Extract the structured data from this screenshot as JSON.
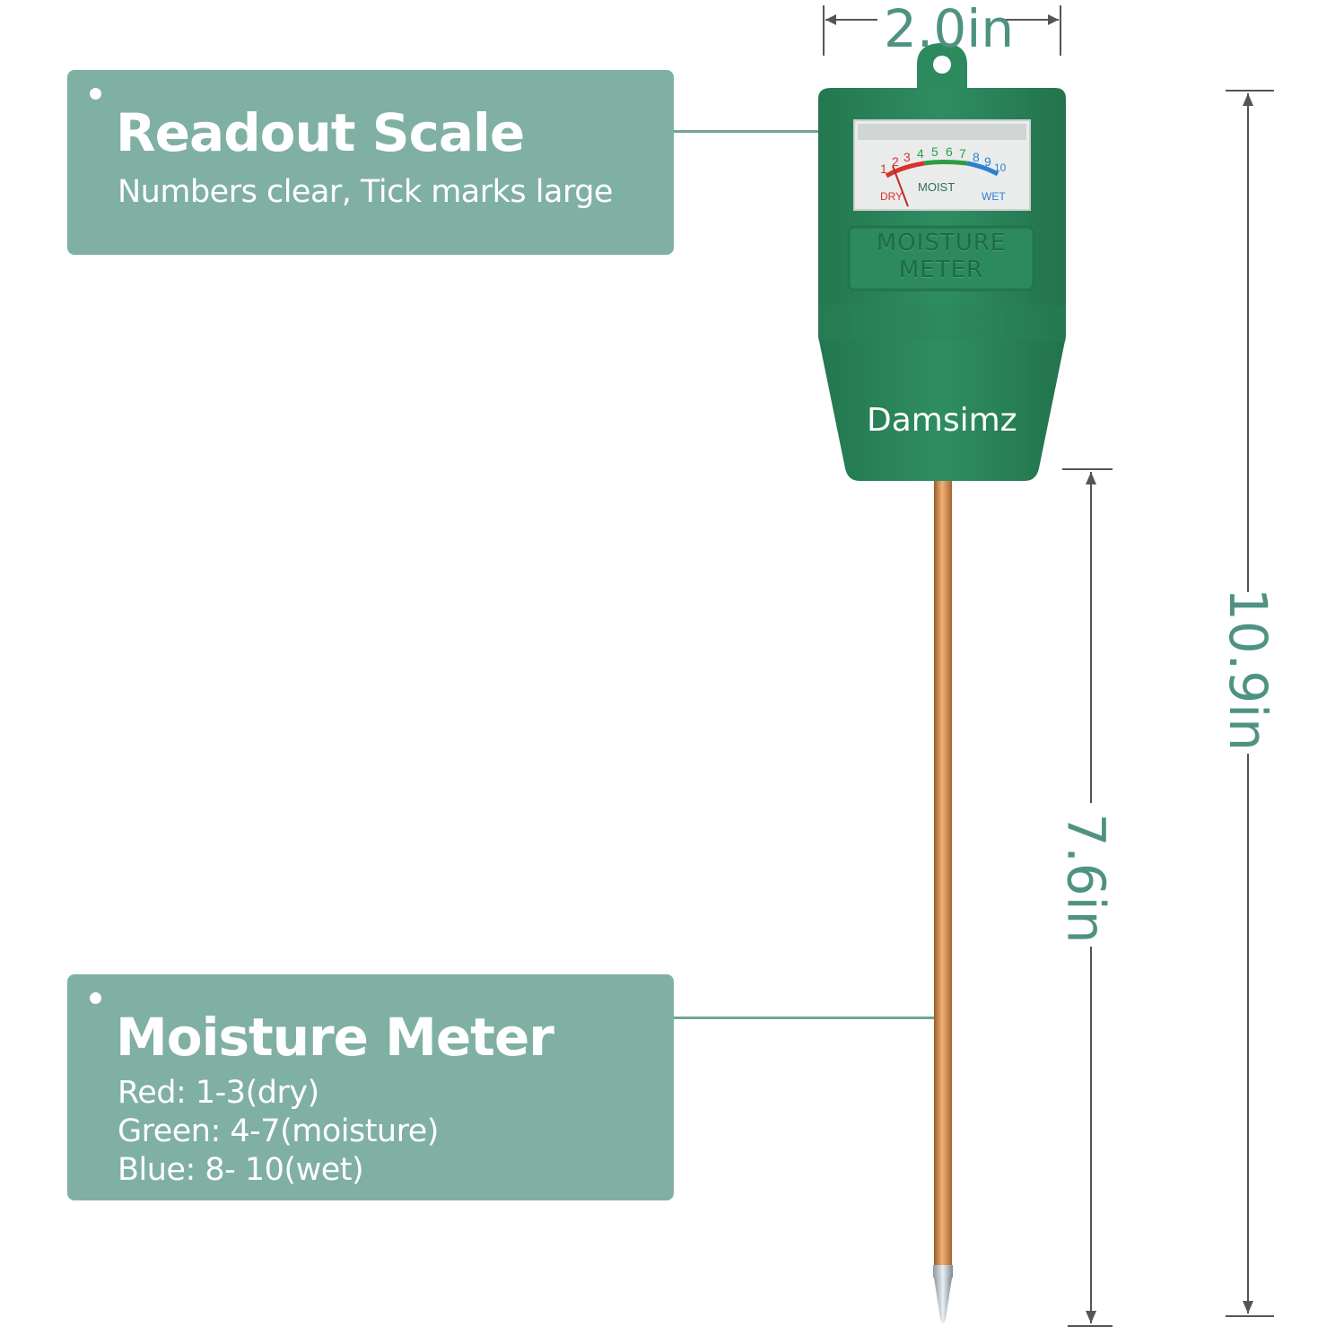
{
  "callouts": {
    "readout": {
      "title": "Readout Scale",
      "description": "Numbers clear, Tick marks large"
    },
    "moisture": {
      "title": "Moisture Meter",
      "lines": [
        "Red: 1-3(dry)",
        "Green: 4-7(moisture)",
        "Blue: 8- 10(wet)"
      ]
    }
  },
  "dimensions": {
    "width": "2.0in",
    "total_height": "10.9in",
    "probe_length": "7.6in"
  },
  "device": {
    "brand": "Damsimz",
    "plate_line1": "MOISTURE",
    "plate_line2": "METER",
    "gauge": {
      "numbers": [
        "1",
        "2",
        "3",
        "4",
        "5",
        "6",
        "7",
        "8",
        "9",
        "10"
      ],
      "dry_label": "DRY",
      "moist_label": "MOIST",
      "wet_label": "WET"
    }
  },
  "colors": {
    "callout_bg": "#7fb0a3",
    "dimension_text": "#4f9282",
    "body_green": "#2f8d62",
    "dry": "#d8322f",
    "moist": "#2e9b44",
    "wet": "#2f7fd0",
    "probe": "#c98a4a"
  }
}
